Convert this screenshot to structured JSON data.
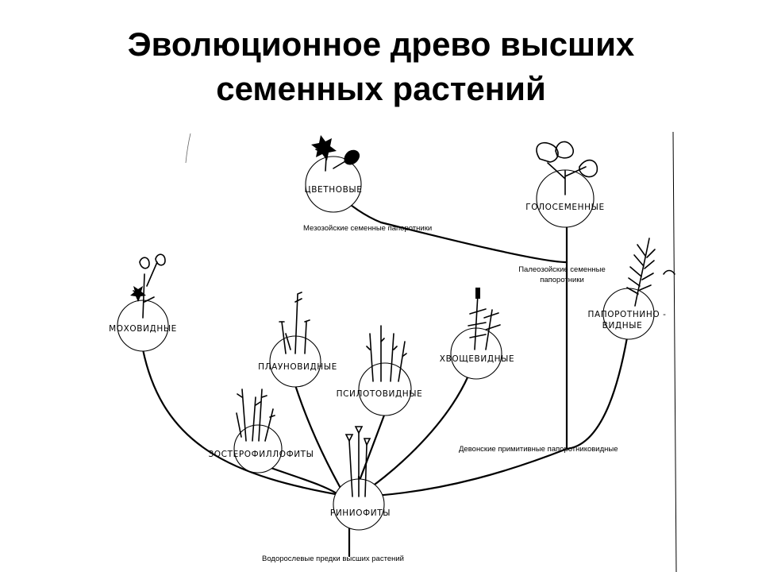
{
  "title": {
    "line1": "Эволюционное древо высших",
    "line2": "семенных растений"
  },
  "nodes": {
    "flowering": "ЦВЕТНОВЫЕ",
    "gymnosperms": "ГОЛОСЕМЕННЫЕ",
    "ferns_line1": "ПАПОРОТНИНО -",
    "ferns_line2": "ВИДНЫЕ",
    "mosses": "МОХОВИДНЫЕ",
    "lycopods": "ПЛАУНОВИДНЫЕ",
    "horsetails": "ХВОЩЕВИДНЫЕ",
    "psilotum": "ПСИЛОТОВИДНЫЕ",
    "zosterophyllophytes": "ЗОСТЕРОФИЛЛОФИТЫ",
    "rhyniophytes": "РИНИОФИТЫ"
  },
  "notes": {
    "mesozoic": "Мезозойские семенные папоротники",
    "paleozoic_line1": "Палеозойские семенные",
    "paleozoic_line2": "папоротники",
    "devonian": "Девонские примитивные папоротниковидные",
    "algal": "Водорослевые предки высших растений"
  }
}
